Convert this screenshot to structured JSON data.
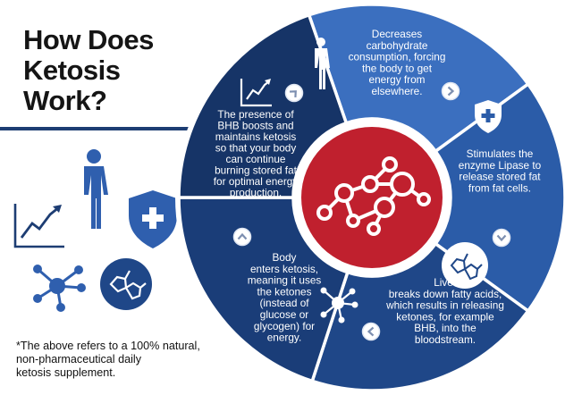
{
  "title": {
    "lines": [
      "How Does",
      "Ketosis",
      "Work?"
    ]
  },
  "footnote": {
    "lines": [
      "*The above refers to a 100% natural,",
      "non-pharmaceutical daily",
      "ketosis supplement."
    ]
  },
  "colors": {
    "title_rule": "#1d3d73",
    "segment_light": "#3b6fbf",
    "segment_mid": "#2b5ca8",
    "segment_dark": "#1f4788",
    "segment_darker": "#1a3d78",
    "segment_darkest": "#163467",
    "center_red": "#c0202e",
    "icon_blue": "#2f5fae"
  },
  "segments": [
    {
      "id": "decreases",
      "arrow": "right-arrow-icon",
      "icon": "human-body-icon",
      "lines": [
        "Decreases",
        "carbohydrate",
        "consumption, forcing",
        "the body to get",
        "energy from",
        "elsewhere."
      ]
    },
    {
      "id": "stimulates",
      "arrow": "down-arrow-icon",
      "icon": "shield-plus-icon",
      "lines": [
        "Stimulates the",
        "enzyme Lipase to",
        "release stored fat",
        "from fat cells."
      ]
    },
    {
      "id": "liver",
      "arrow": "left-arrow-icon",
      "icon": "molecule-ring-icon",
      "lines": [
        "Liver",
        "breaks down fatty acids,",
        "which results in releasing",
        "ketones, for example",
        "BHB, into the",
        "bloodstream."
      ]
    },
    {
      "id": "body",
      "arrow": "up-arrow-icon",
      "icon": "network-icon",
      "lines": [
        "Body",
        "enters ketosis,",
        "meaning it uses",
        "the ketones",
        "(instead of",
        "glucose or",
        "glycogen) for",
        "energy."
      ]
    },
    {
      "id": "presence",
      "arrow": "up-right-arrow-icon",
      "icon": "growth-chart-icon",
      "lines": [
        "The presence of",
        "BHB boosts and",
        "maintains ketosis",
        "so that your body",
        "can continue",
        "burning stored fat",
        "for optimal energy",
        "production."
      ]
    }
  ]
}
